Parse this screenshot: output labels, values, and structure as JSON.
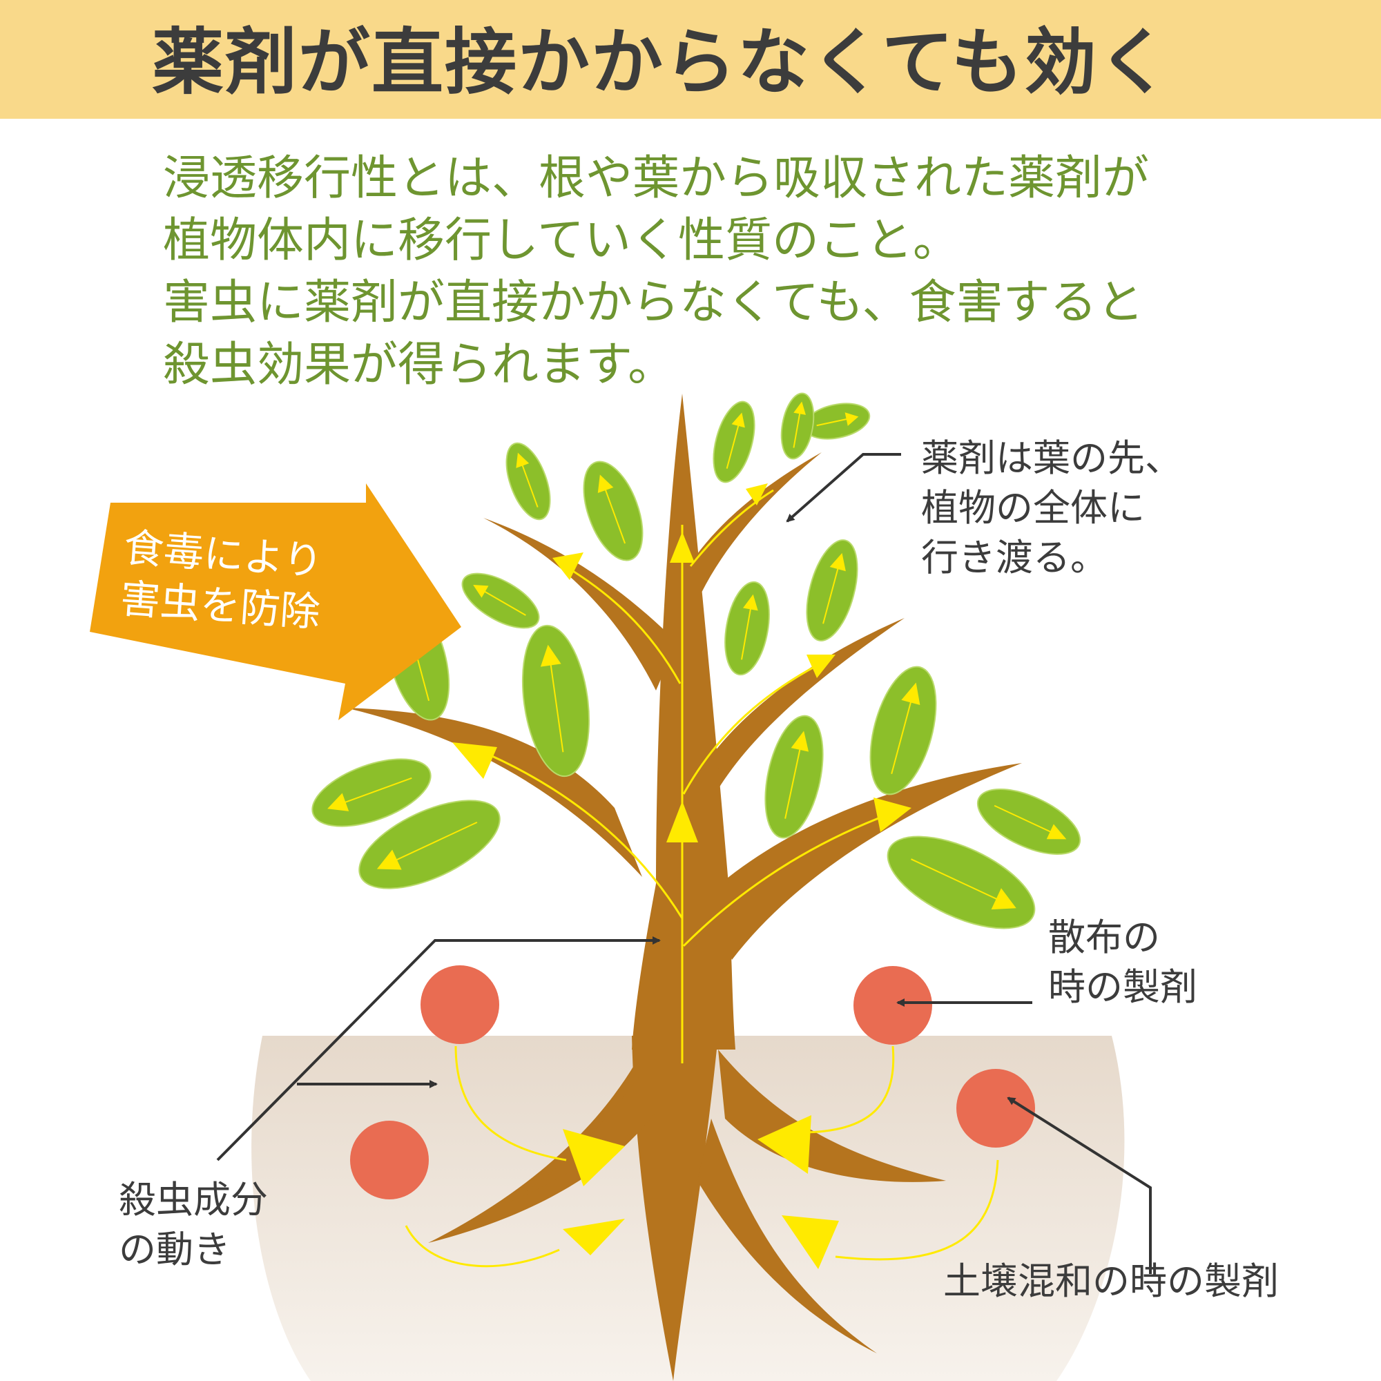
{
  "header": {
    "title": "薬剤が直接かからなくても効く"
  },
  "intro": {
    "lines": [
      "浸透移行性とは、根や葉から吸収された薬剤が",
      "植物体内に移行していく性質のこと。",
      "害虫に薬剤が直接かからなくても、食害すると",
      "殺虫効果が得られます。"
    ]
  },
  "callouts": {
    "leaf_spread": [
      "薬剤は葉の先、",
      "植物の全体に",
      "行き渡る。"
    ],
    "food_poison": [
      "食毒により",
      "害虫を防除"
    ],
    "spray": [
      "散布の",
      "時の製剤"
    ],
    "movement": [
      "殺虫成分",
      "の動き"
    ],
    "soil": "土壌混和の時の製剤"
  },
  "colors": {
    "banner": "#f9d98a",
    "title_text": "#3c3c3c",
    "intro_text": "#6e9530",
    "trunk": "#b5741e",
    "leaf": "#8cbf2a",
    "leaf_arrow": "#ffea00",
    "granule": "#e96c52",
    "soil": "#e8ddd2",
    "big_arrow": "#f2a20f"
  }
}
